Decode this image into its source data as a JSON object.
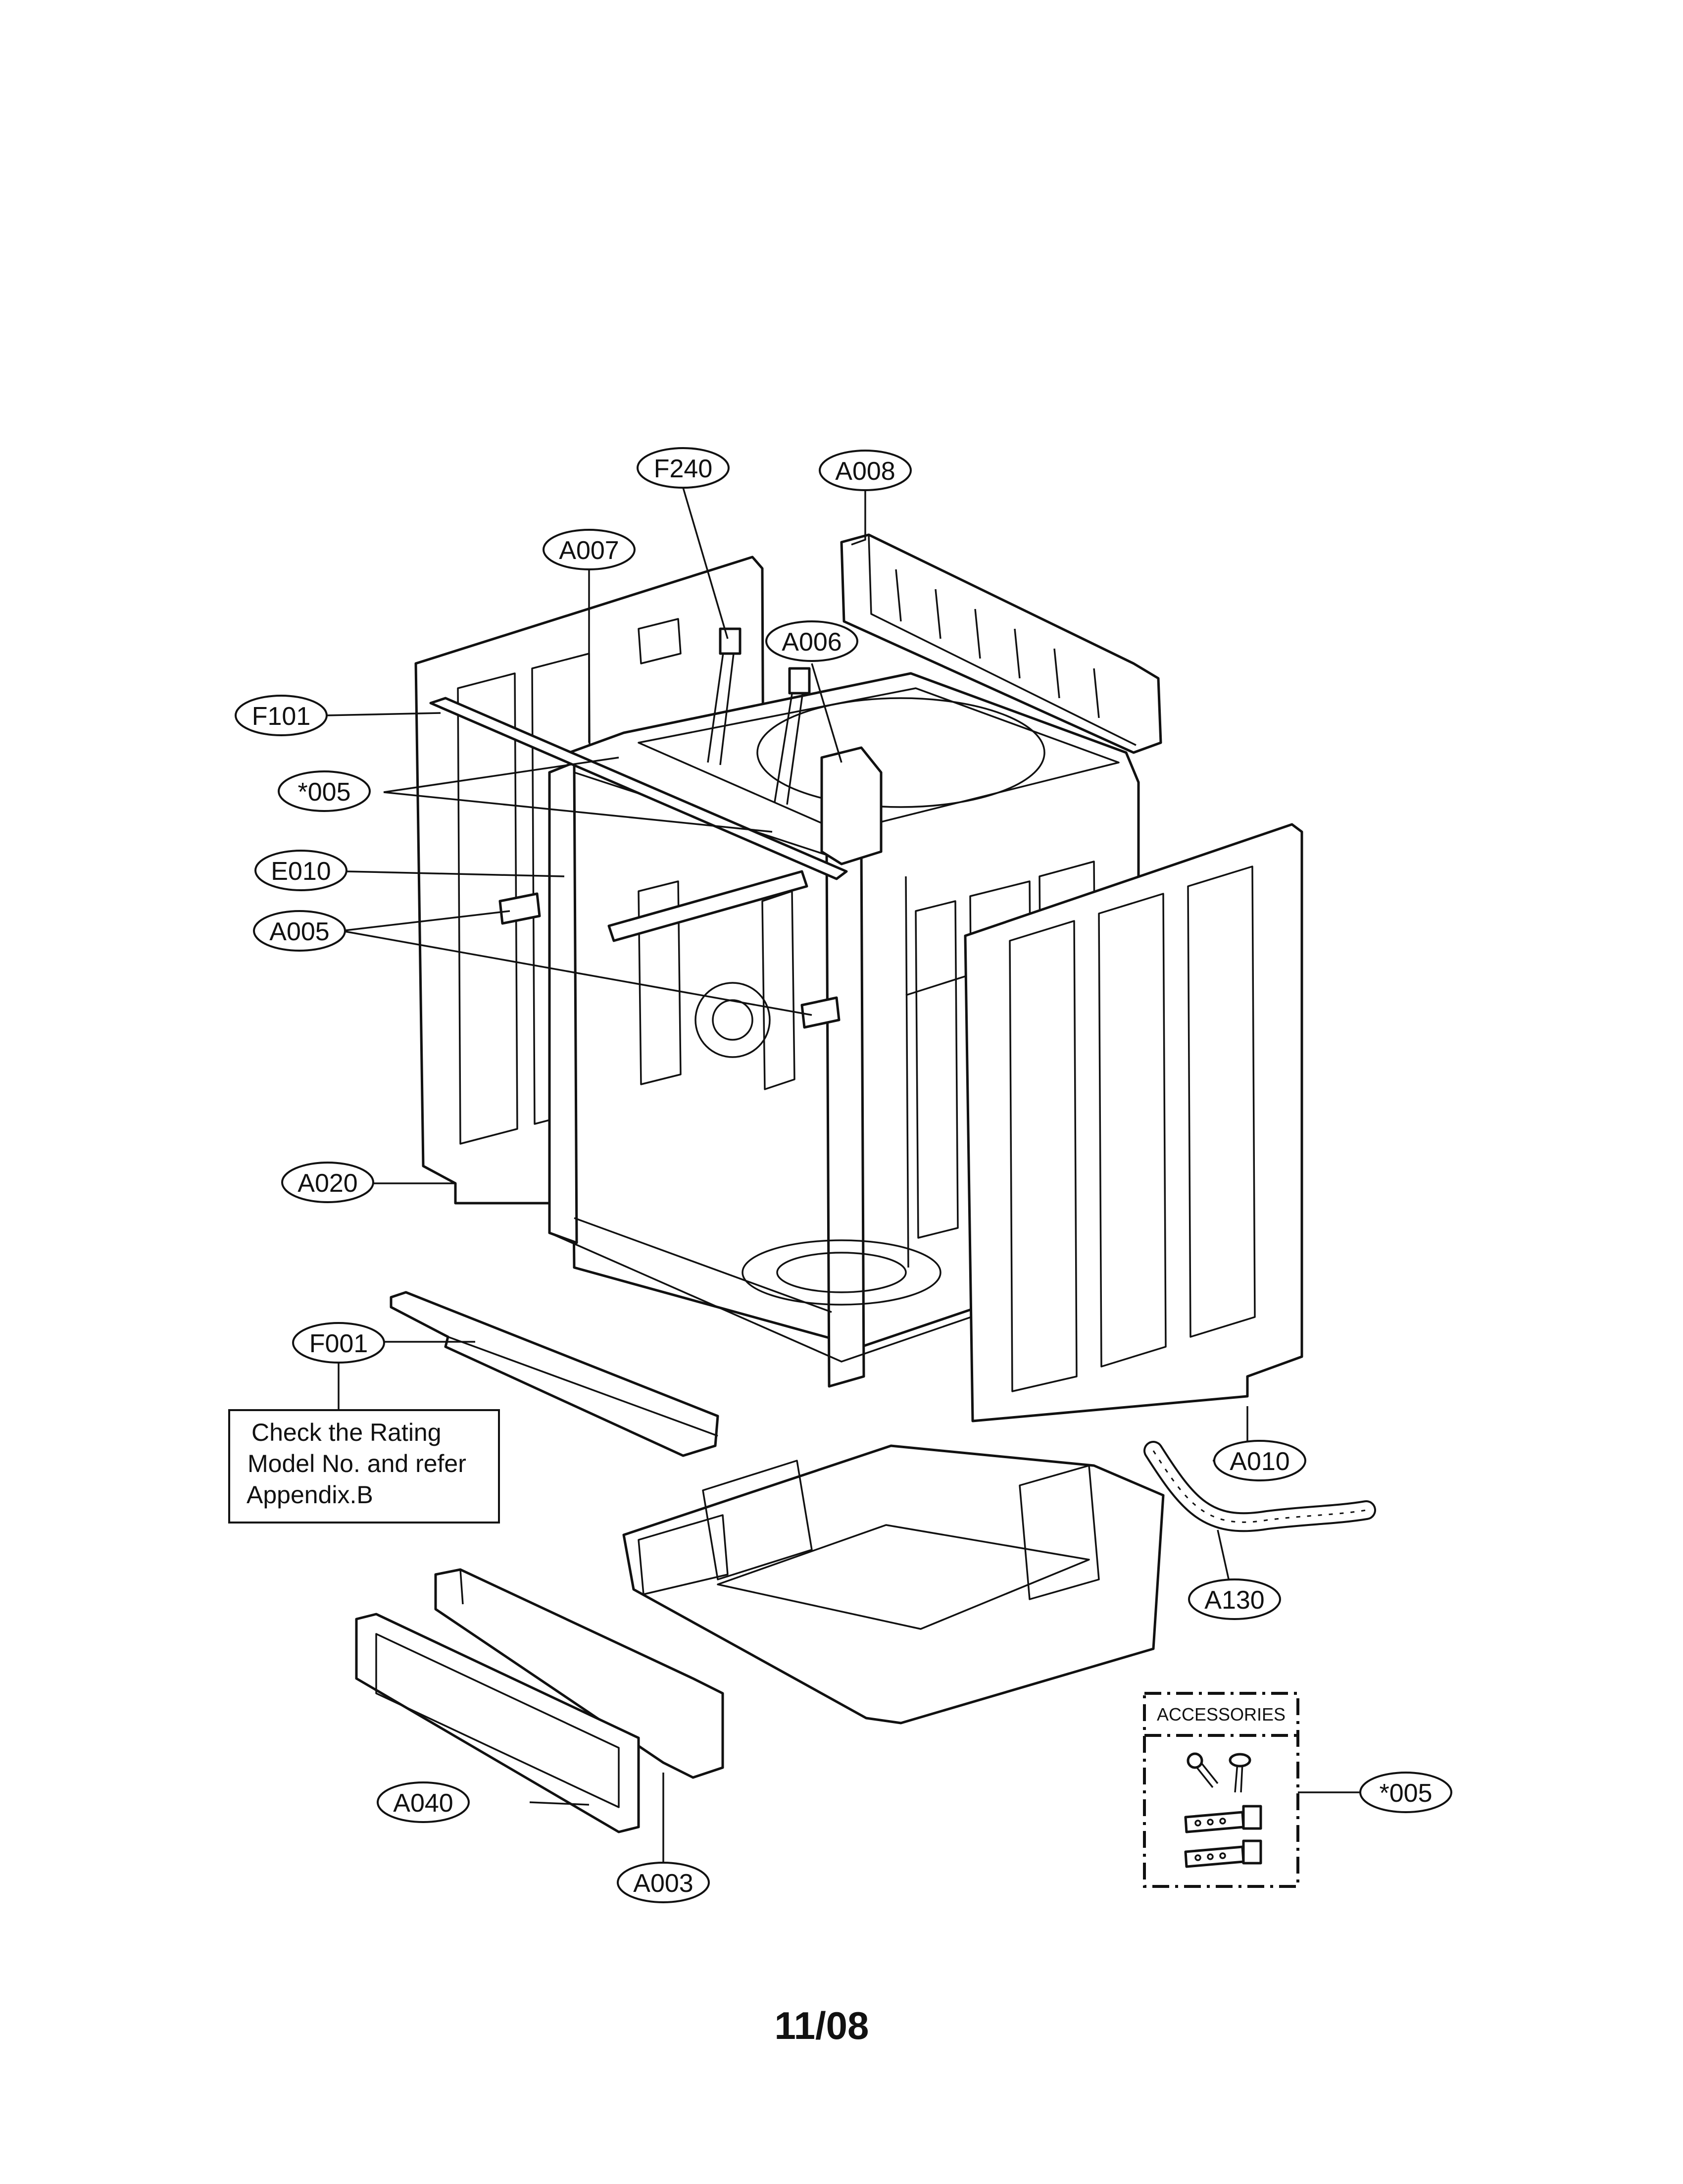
{
  "callouts": [
    {
      "id": "F240",
      "label": "F240"
    },
    {
      "id": "A008",
      "label": "A008"
    },
    {
      "id": "A007",
      "label": "A007"
    },
    {
      "id": "A006",
      "label": "A006"
    },
    {
      "id": "F101",
      "label": "F101"
    },
    {
      "id": "005a",
      "label": "*005"
    },
    {
      "id": "E010",
      "label": "E010"
    },
    {
      "id": "A005",
      "label": "A005"
    },
    {
      "id": "A020",
      "label": "A020"
    },
    {
      "id": "F001",
      "label": "F001"
    },
    {
      "id": "A010",
      "label": "A010"
    },
    {
      "id": "A130",
      "label": "A130"
    },
    {
      "id": "005b",
      "label": "*005"
    },
    {
      "id": "A040",
      "label": "A040"
    },
    {
      "id": "A003",
      "label": "A003"
    }
  ],
  "note": {
    "lines": [
      "Check the Rating",
      "Model No. and refer",
      "Appendix.B"
    ]
  },
  "accessories_label": "ACCESSORIES",
  "page_number": "11/08"
}
